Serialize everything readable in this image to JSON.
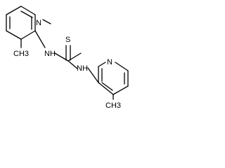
{
  "molecule": {
    "atoms": {
      "n1": "N",
      "n2": "N",
      "nh1": "NH",
      "nh2": "NH",
      "s": "S",
      "ch3a": "CH3",
      "ch3b": "CH3"
    }
  }
}
